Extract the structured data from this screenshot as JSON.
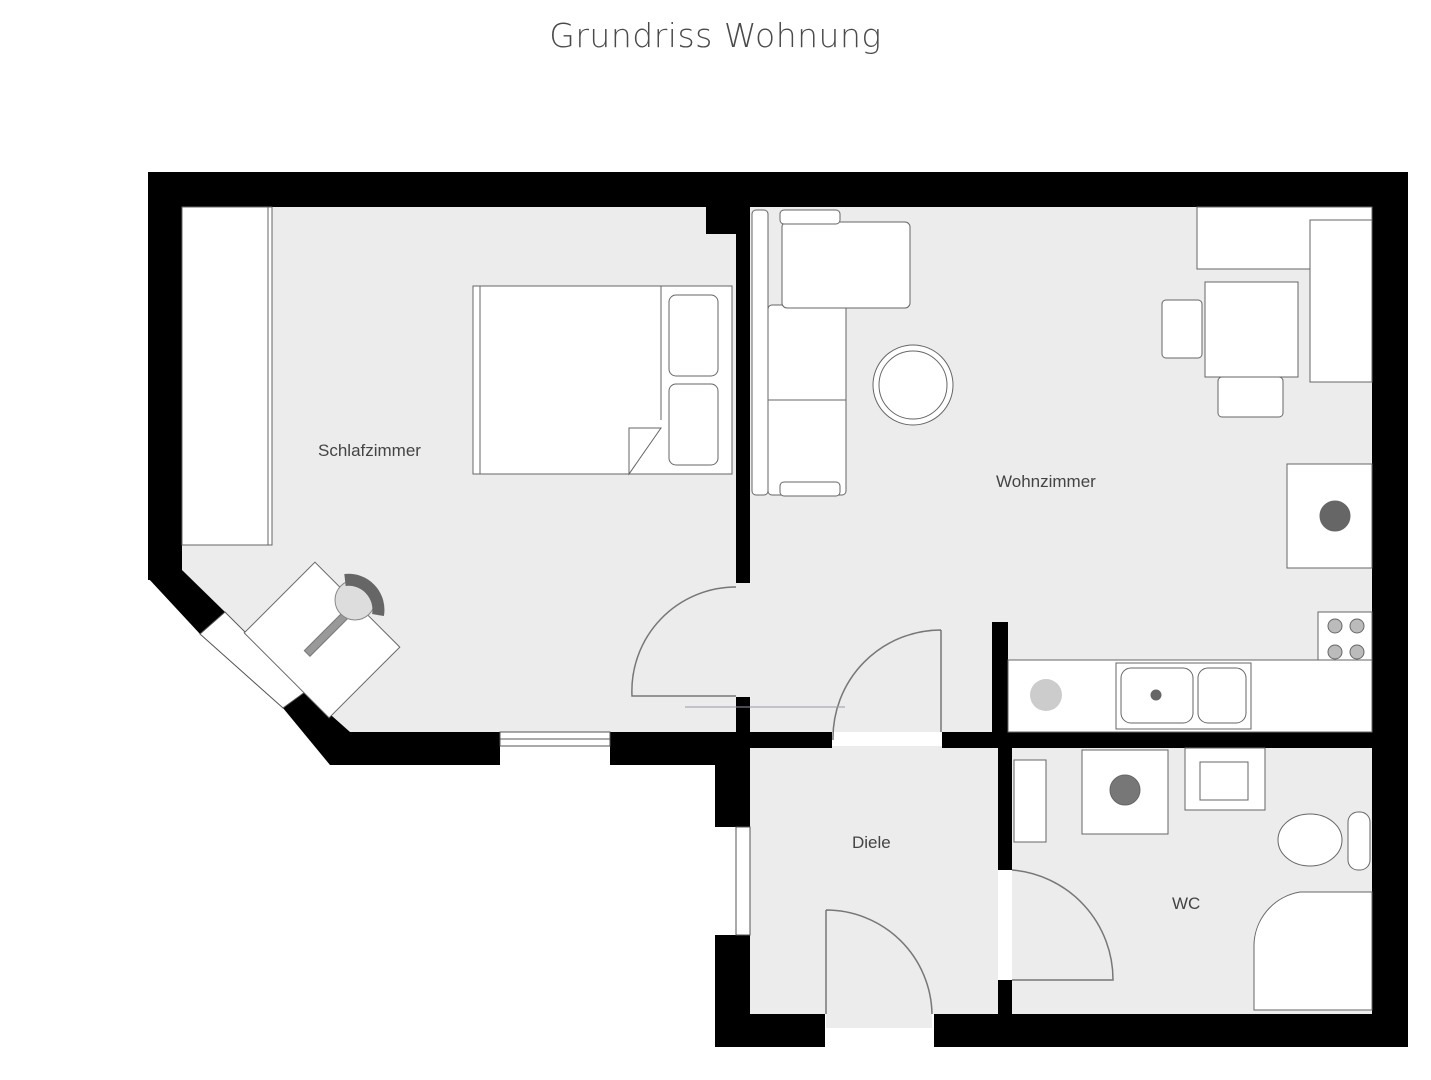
{
  "title": "Grundriss Wohnung",
  "colors": {
    "wall": "#000000",
    "floor": "#ececec",
    "furniture": "#ffffff",
    "line": "#555555",
    "accent": "#777777"
  },
  "rooms": [
    {
      "id": "schlafzimmer",
      "label": "Schlafzimmer"
    },
    {
      "id": "wohnzimmer",
      "label": "Wohnzimmer"
    },
    {
      "id": "diele",
      "label": "Diele"
    },
    {
      "id": "wc",
      "label": "WC"
    }
  ],
  "furniture": {
    "schlafzimmer": [
      "wardrobe",
      "double-bed",
      "desk",
      "office-chair"
    ],
    "wohnzimmer": [
      "sofa",
      "round-table",
      "dining-table",
      "dining-chair",
      "dining-chair",
      "cabinet",
      "fridge",
      "stove",
      "sink",
      "dishwasher"
    ],
    "wc": [
      "towel-radiator",
      "washing-machine",
      "washbasin",
      "toilet",
      "shower"
    ]
  }
}
